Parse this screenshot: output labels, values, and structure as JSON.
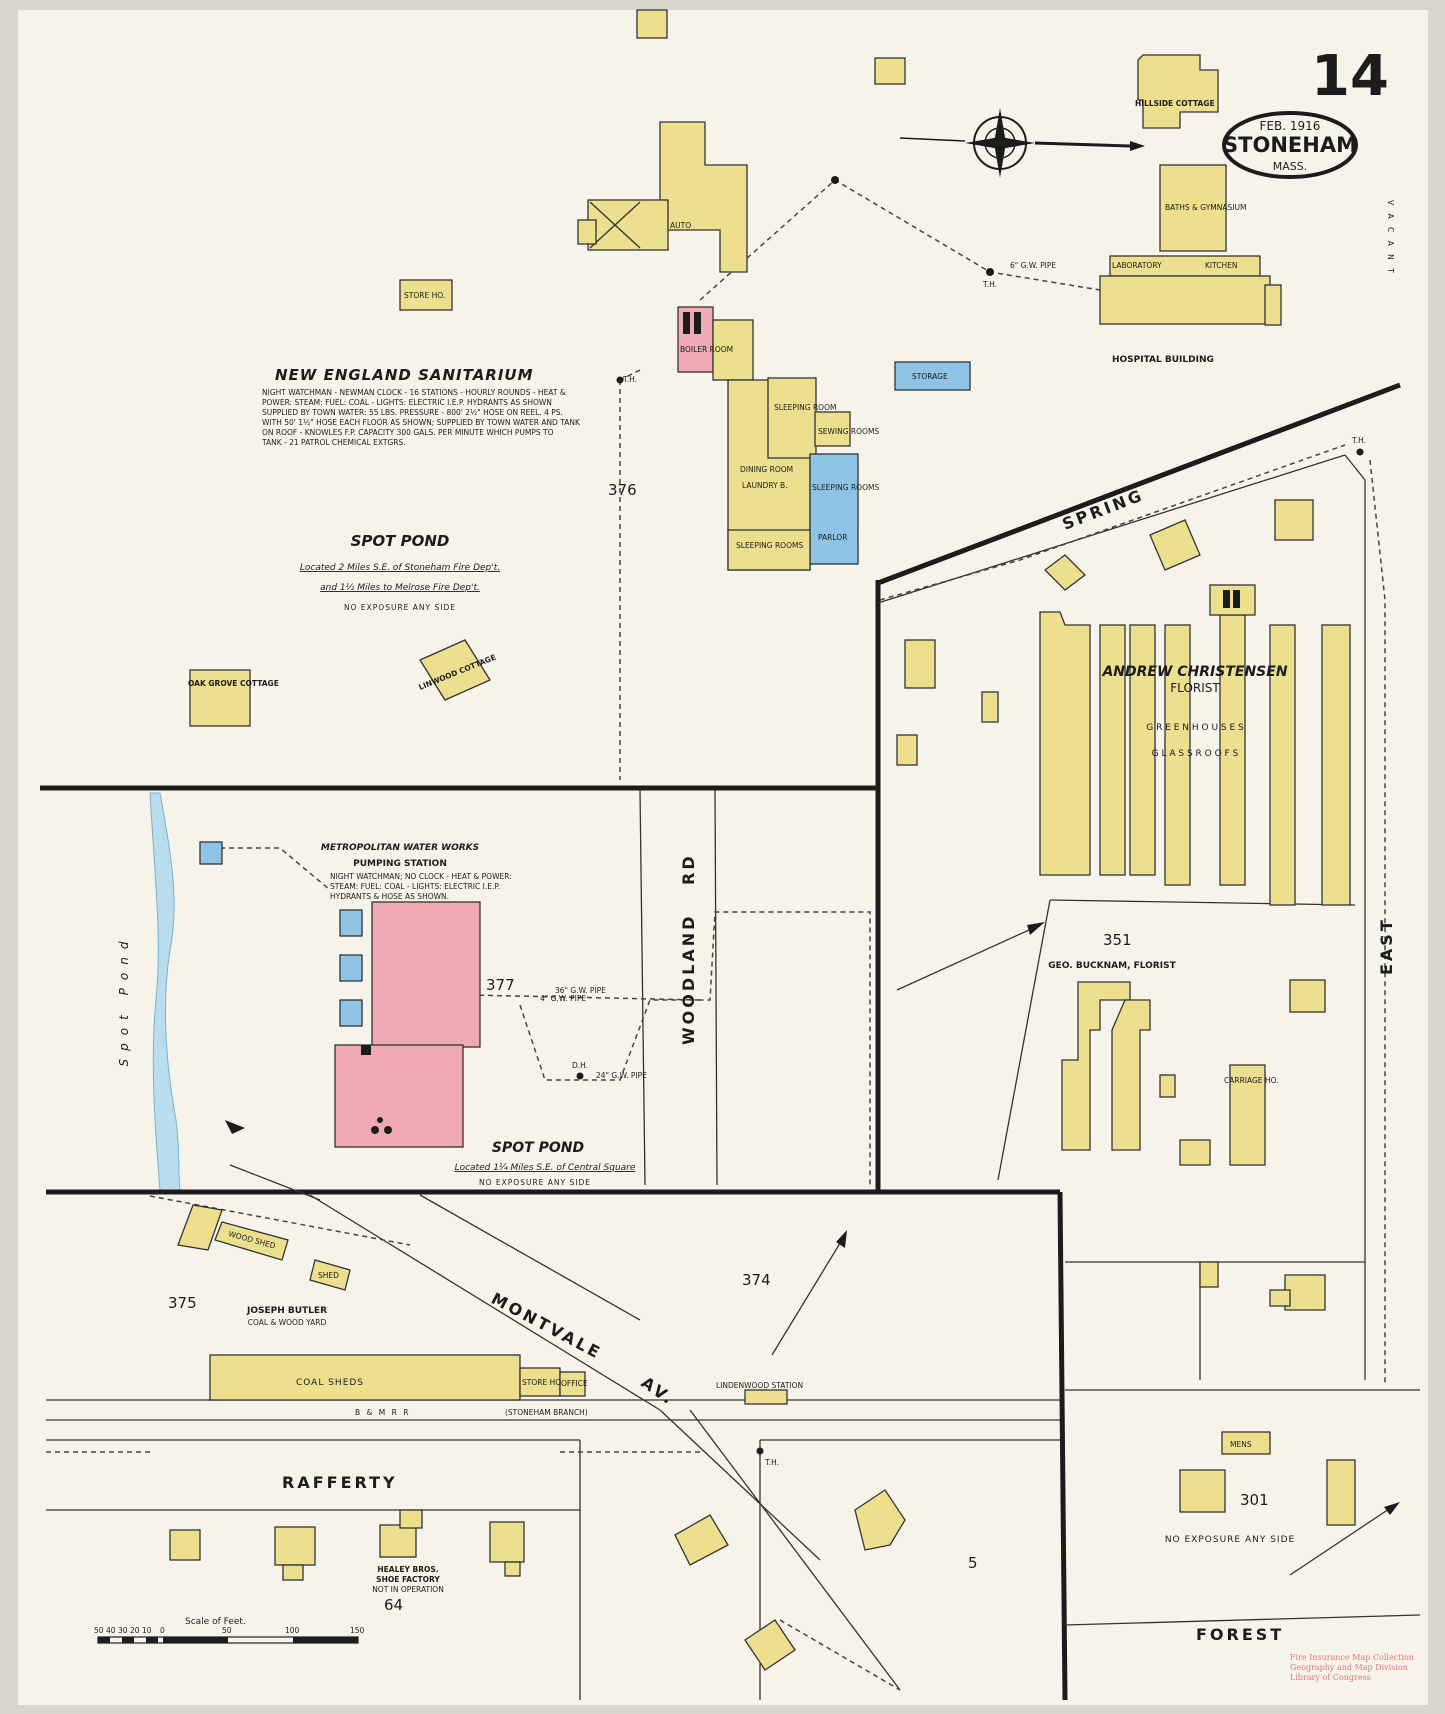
{
  "sheet": {
    "number": "14",
    "date": "FEB. 1916",
    "town": "STONEHAM",
    "state": "MASS."
  },
  "blocks": [
    "376",
    "377",
    "351",
    "374",
    "375",
    "301",
    "64",
    "5"
  ],
  "streets": {
    "spring": "SPRING",
    "east": "EAST",
    "woodland": "WOODLAND",
    "rd": "RD",
    "montvale": "MONTVALE",
    "av": "AV.",
    "rafferty": "RAFFERTY",
    "forest": "FOREST"
  },
  "sanitarium": {
    "title": "NEW ENGLAND SANITARIUM",
    "notes": [
      "NIGHT WATCHMAN - NEWMAN CLOCK - 16 STATIONS - HOURLY ROUNDS - HEAT &",
      "POWER: STEAM: FUEL: COAL - LIGHTS: ELECTRIC I.E.P. HYDRANTS AS SHOWN",
      "SUPPLIED BY TOWN WATER: 55 LBS. PRESSURE - 800' 2½\" HOSE ON REEL. 4 PS.",
      "WITH 50' 1½\" HOSE EACH FLOOR AS SHOWN; SUPPLIED BY TOWN WATER AND TANK",
      "ON ROOF - KNOWLES F.P. CAPACITY 300 GALS. PER MINUTE WHICH PUMPS TO",
      "TANK - 21 PATROL CHEMICAL EXTGRS."
    ]
  },
  "spot_pond_upper": {
    "title": "SPOT POND",
    "line1": "Located 2 Miles S.E. of Stoneham Fire Dep't.",
    "line2": "and 1½ Miles to Melrose Fire Dep't.",
    "line3": "NO EXPOSURE ANY SIDE"
  },
  "spot_pond_lower": {
    "title": "SPOT POND",
    "line1": "Located 1¼ Miles S.E. of Central Square",
    "line2": "NO EXPOSURE ANY SIDE"
  },
  "pond_label": "Spot Pond",
  "water_works": {
    "title1": "METROPOLITAN WATER WORKS",
    "title2": "PUMPING STATION",
    "notes": [
      "NIGHT WATCHMAN; NO CLOCK - HEAT & POWER:",
      "STEAM: FUEL: COAL - LIGHTS: ELECTRIC I.E.P.",
      "HYDRANTS & HOSE AS SHOWN."
    ]
  },
  "cottages": {
    "hillside": "HILLSIDE COTTAGE",
    "oak_grove": "OAK GROVE COTTAGE",
    "linwood": "LINWOOD COTTAGE"
  },
  "hospital": {
    "label": "HOSPITAL BUILDING",
    "baths": "BATHS & GYMNASIUM",
    "laboratory": "LABORATORY",
    "kitchen": "KITCHEN"
  },
  "sanitarium_rooms": {
    "sleeping_1": "SLEEPING ROOM",
    "dining": "DINING ROOM",
    "laundry": "LAUNDRY B.",
    "sleeping_rooms": "SLEEPING ROOMS",
    "parlor": "PARLOR",
    "sewing": "SEWING ROOMS",
    "sleeping_2": "SLEEPING ROOMS",
    "boiler": "BOILER ROOM",
    "storage": "STORAGE",
    "store_ho": "STORE HO.",
    "auto": "AUTO"
  },
  "businesses": {
    "christensen1": "ANDREW CHRISTENSEN",
    "christensen2": "FLORIST",
    "green_houses": "G R E E N   H O U S E S",
    "glass_roofs": "G L A S S   R O O F S",
    "bucknam": "GEO. BUCKNAM, FLORIST",
    "carriage": "CARRIAGE HO.",
    "butler1": "JOSEPH BUTLER",
    "butler2": "COAL & WOOD YARD",
    "coal_sheds": "COAL SHEDS",
    "wood_shed": "WOOD SHED",
    "shed": "SHED",
    "store_ho": "STORE HO.",
    "office": "OFFICE",
    "lindenwood": "LINDENWOOD STATION",
    "healey1": "HEALEY BROS.",
    "healey2": "SHOE FACTORY",
    "healey3": "NOT IN OPERATION",
    "mens": "MENS"
  },
  "railroad": {
    "bmrr": "B & M R R",
    "branch": "(STONEHAM BRANCH)"
  },
  "misc": {
    "no_exposure_301": "NO EXPOSURE ANY SIDE",
    "vacant": "V A C A N T"
  },
  "pipes": {
    "gw6": "6\" G.W. PIPE",
    "gw4": "4\" G.W. PIPE",
    "gw36": "36\" G.W. PIPE",
    "gw24": "24\" G.W. PIPE",
    "th": "T.H.",
    "dh": "D.H."
  },
  "scale": {
    "label": "Scale of Feet.",
    "ticks": [
      "50",
      "40",
      "30",
      "20",
      "10",
      "0",
      "50",
      "100",
      "150"
    ]
  },
  "credit": [
    "Fire Insurance Map Collection",
    "Geography and Map Division",
    "Library of Congress"
  ],
  "colors": {
    "paper": "#f6f4ea",
    "frame": "#d9d6cb",
    "brick": "#efaab4",
    "frame_building": "#ecdf8e",
    "stone_fireproof": "#8ec3e6",
    "water": "#b9dcef",
    "ink": "#1c1c1c",
    "credit": "#d97b7b"
  }
}
